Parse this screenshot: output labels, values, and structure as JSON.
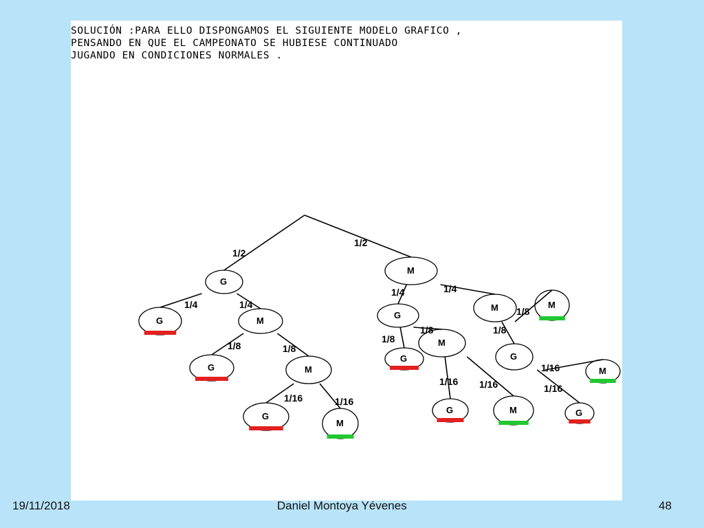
{
  "heading": {
    "line1": "SOLUCIÓN :PARA ELLO DISPONGAMOS EL SIGUIENTE MODELO GRAFICO ,",
    "line2": "PENSANDO EN QUE EL CAMPEONATO SE HUBIESE CONTINUADO",
    "line3": "JUGANDO EN CONDICIONES NORMALES ."
  },
  "colors": {
    "background": "#b8e3f8",
    "panel": "#ffffff",
    "g_wins": "#e32020",
    "m_wins": "#22c832"
  },
  "tree": {
    "probabilities": {
      "p_root_g": "1/2",
      "p_root_m": "1/2",
      "p_g_g": "1/4",
      "p_g_m": "1/4",
      "p_gm_g": "1/8",
      "p_gm_m": "1/8",
      "p_gmm_g": "1/16",
      "p_gmm_m": "1/16",
      "p_m_g": "1/4",
      "p_m_m": "1/4",
      "p_mg_g": "1/8",
      "p_mg_m": "1/8",
      "p_mgm_g": "1/16",
      "p_mgm_m": "1/16",
      "p_mm_m": "1/8",
      "p_mm_g": "1/8",
      "p_mmg_m": "1/16",
      "p_mmg_g": "1/16"
    },
    "nodes": {
      "n_g": "G",
      "n_gg": "G",
      "n_gm": "M",
      "n_gmg": "G",
      "n_gmm": "M",
      "n_gmmg": "G",
      "n_gmmm": "M",
      "n_m": "M",
      "n_mg": "G",
      "n_mgg": "G",
      "n_mgm": "M",
      "n_mgmg": "G",
      "n_mgmm": "M",
      "n_mm": "M",
      "n_mmm": "M",
      "n_mmg": "G",
      "n_mmgm": "M",
      "n_mmgg": "G"
    },
    "outcomes": {
      "n_gg": "G",
      "n_gmg": "G",
      "n_gmmg": "G",
      "n_gmmm": "M",
      "n_mgg": "G",
      "n_mgmg": "G",
      "n_mgmm": "M",
      "n_mmm": "M",
      "n_mmgm": "M",
      "n_mmgg": "G"
    }
  },
  "footer": {
    "date": "19/11/2018",
    "author": "Daniel Montoya Yévenes",
    "page": "48"
  }
}
